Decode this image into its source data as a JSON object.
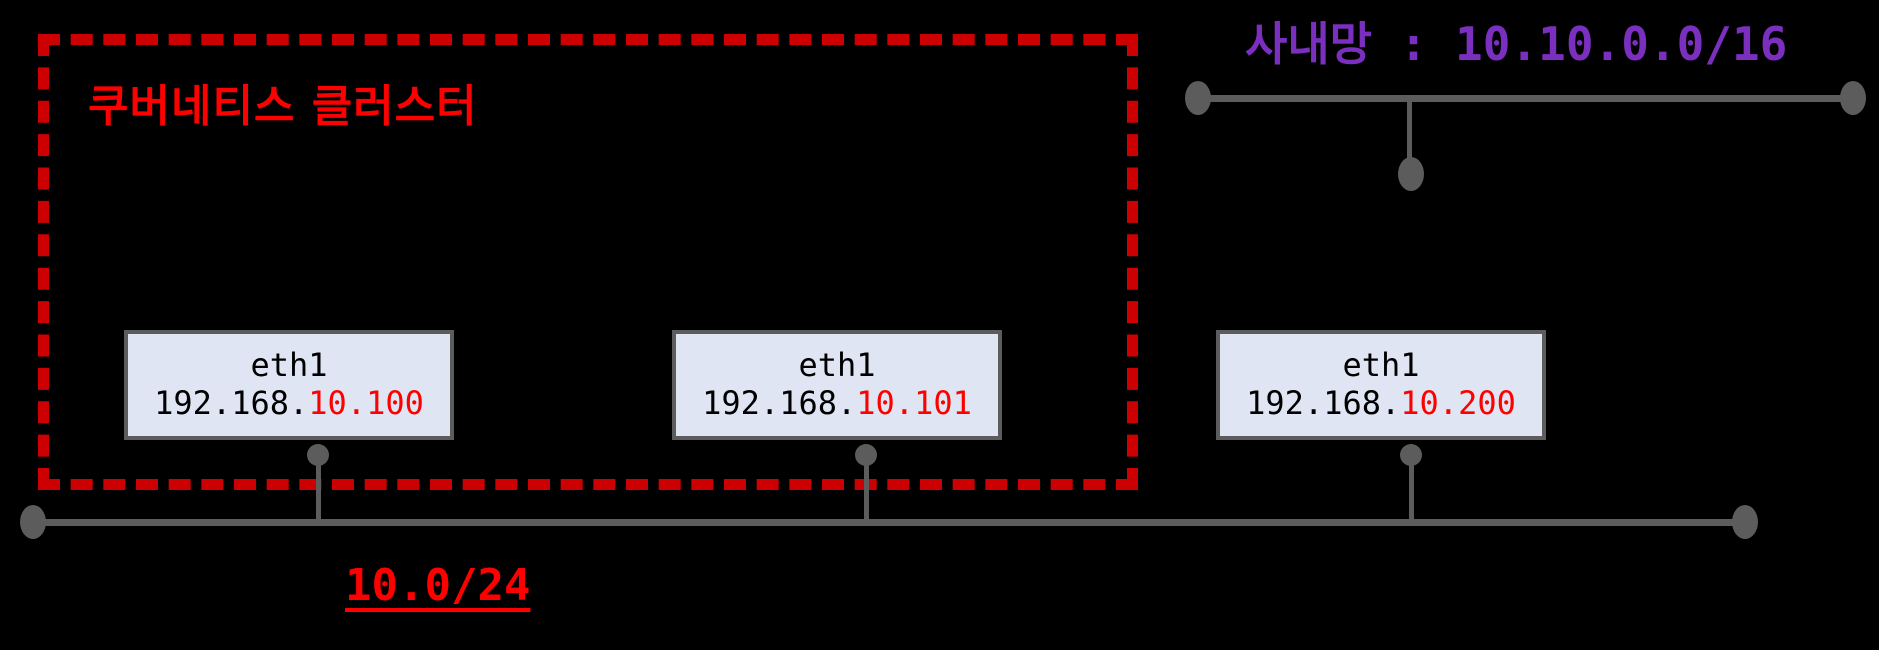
{
  "diagram": {
    "background_color": "#000000",
    "cluster": {
      "title": "쿠버네티스 클러스터",
      "border_color": "#cc0000",
      "border_style": "dashed"
    },
    "labels": {
      "corporate_network": "사내망 : 10.10.0.0/16",
      "corporate_network_color": "#7b2fbf",
      "subnet": "10.0/24",
      "subnet_color": "#ff0000"
    },
    "interfaces": [
      {
        "name": "eth1",
        "ip_prefix": "192.168.",
        "ip_highlight": "10.100",
        "highlight_color": "#ff0000",
        "in_cluster": true
      },
      {
        "name": "eth1",
        "ip_prefix": "192.168.",
        "ip_highlight": "10.101",
        "highlight_color": "#ff0000",
        "in_cluster": true
      },
      {
        "name": "eth1",
        "ip_prefix": "192.168.",
        "ip_highlight": "10.200",
        "highlight_color": "#ff0000",
        "in_cluster": false
      }
    ],
    "buses": [
      {
        "name": "corporate-bus",
        "label": "사내망 : 10.10.0.0/16"
      },
      {
        "name": "subnet-bus",
        "label": "10.0/24"
      }
    ],
    "line_color": "#5c5c5c",
    "box_fill": "#dfe5f3"
  }
}
